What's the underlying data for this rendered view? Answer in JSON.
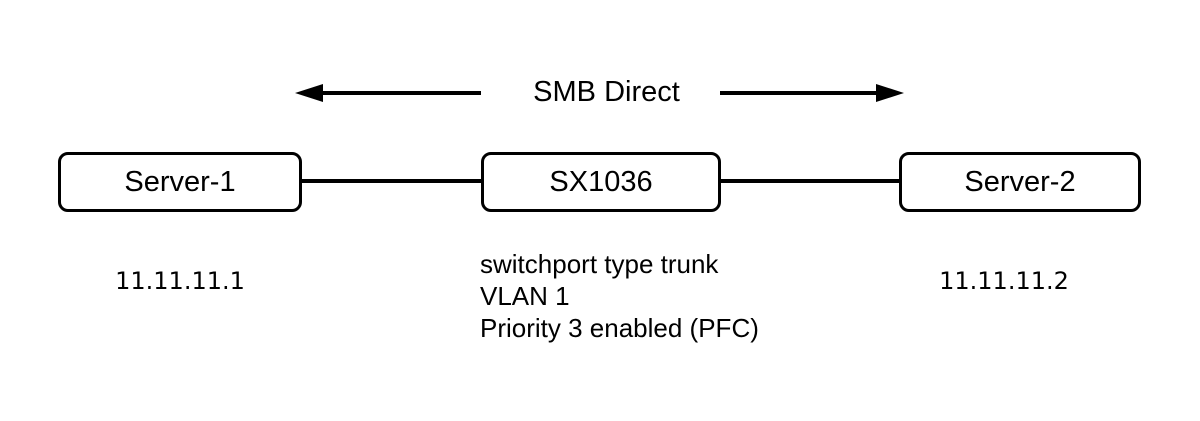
{
  "diagram": {
    "flow_label": "SMB Direct",
    "nodes": {
      "server1": {
        "label": "Server-1",
        "ip": "11.11.11.1"
      },
      "switch": {
        "label": "SX1036",
        "config": [
          "switchport type trunk",
          "VLAN 1",
          "Priority 3 enabled (PFC)"
        ]
      },
      "server2": {
        "label": "Server-2",
        "ip": "11.11.11.2"
      }
    },
    "colors": {
      "line": "#000000",
      "text": "#000000",
      "node_fill": "#ffffff",
      "background": "#ffffff"
    }
  }
}
